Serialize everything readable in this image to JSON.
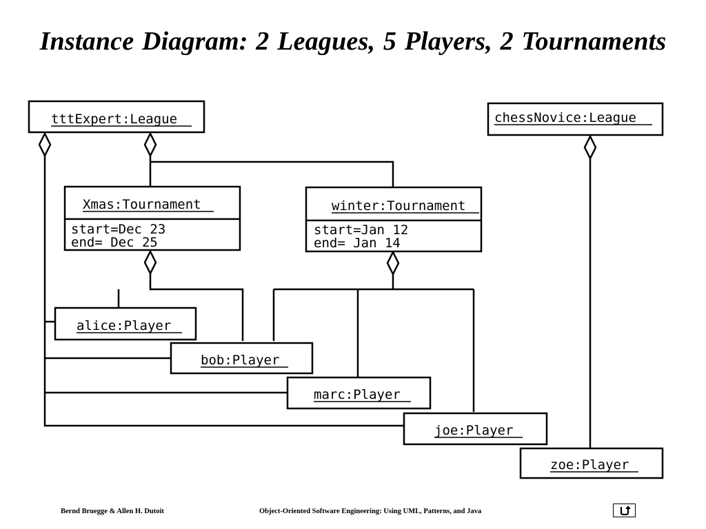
{
  "title": "Instance Diagram: 2 Leagues, 5 Players, 2 Tournaments",
  "diagram": {
    "leagues": [
      {
        "id": "tttExpert",
        "label": "tttExpert:League"
      },
      {
        "id": "chessNovice",
        "label": "chessNovice:League"
      }
    ],
    "tournaments": [
      {
        "id": "xmas",
        "label": "Xmas:Tournament",
        "attributes": [
          "start=Dec 23",
          "end= Dec 25"
        ]
      },
      {
        "id": "winter",
        "label": "winter:Tournament",
        "attributes": [
          "start=Jan 12",
          "end= Jan 14"
        ]
      }
    ],
    "players": [
      {
        "id": "alice",
        "label": "alice:Player"
      },
      {
        "id": "bob",
        "label": "bob:Player"
      },
      {
        "id": "marc",
        "label": "marc:Player"
      },
      {
        "id": "joe",
        "label": "joe:Player"
      },
      {
        "id": "zoe",
        "label": "zoe:Player"
      }
    ],
    "links": [
      {
        "from": "tttExpert",
        "to": "xmas",
        "type": "aggregation"
      },
      {
        "from": "tttExpert",
        "to": "winter",
        "type": "aggregation"
      },
      {
        "from": "tttExpert",
        "to": "alice",
        "type": "aggregation"
      },
      {
        "from": "tttExpert",
        "to": "bob",
        "type": "aggregation"
      },
      {
        "from": "tttExpert",
        "to": "marc",
        "type": "aggregation"
      },
      {
        "from": "tttExpert",
        "to": "joe",
        "type": "aggregation"
      },
      {
        "from": "xmas",
        "to": "alice",
        "type": "aggregation"
      },
      {
        "from": "xmas",
        "to": "bob",
        "type": "aggregation"
      },
      {
        "from": "winter",
        "to": "bob",
        "type": "aggregation"
      },
      {
        "from": "winter",
        "to": "marc",
        "type": "aggregation"
      },
      {
        "from": "winter",
        "to": "joe",
        "type": "aggregation"
      },
      {
        "from": "chessNovice",
        "to": "zoe",
        "type": "aggregation"
      }
    ]
  },
  "footer": {
    "authors": "Bernd Bruegge & Allen H. Dutoit",
    "book": "Object-Oriented Software Engineering: Using UML, Patterns, and Java",
    "return_icon": "return-arrow-icon"
  }
}
